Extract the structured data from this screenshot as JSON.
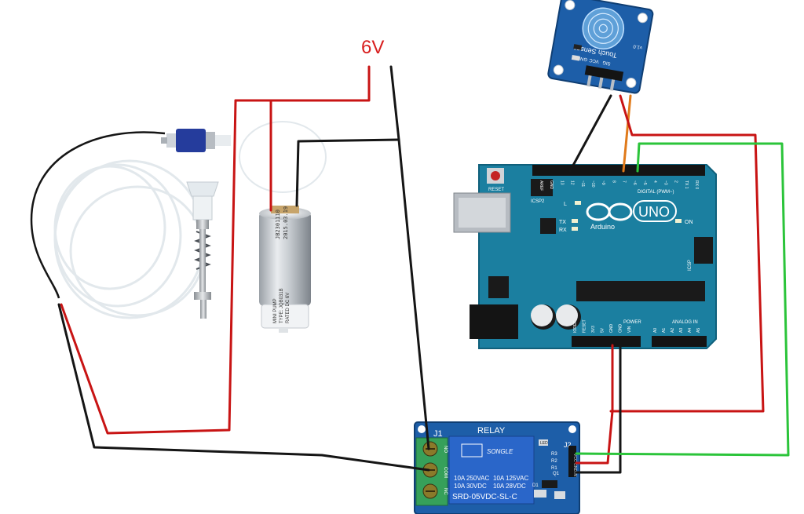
{
  "supply": {
    "label": "6V",
    "label_color": "#d81e1e"
  },
  "touch_sensor": {
    "name": "Touch Sensor",
    "version": "v1.0",
    "pins": [
      "GND",
      "VCC",
      "SIG"
    ],
    "board_color": "#1d5ea8"
  },
  "arduino": {
    "model": "UNO",
    "brand": "Arduino",
    "reset": "RESET",
    "icsp2": "ICSP2",
    "icsp": "ICSP",
    "digital_label": "DIGITAL (PWM~)",
    "power_label": "POWER",
    "analog_label": "ANALOG IN",
    "led_l": "L",
    "led_tx": "TX",
    "led_rx": "RX",
    "led_on": "ON",
    "digital_pins": [
      "AREF",
      "GND",
      "13",
      "12",
      "~11",
      "~10",
      "~9",
      "8",
      "7",
      "~6",
      "~5",
      "4",
      "~3",
      "2",
      "TX 1",
      "RX 0"
    ],
    "power_pins": [
      "IOREF",
      "RESET",
      "3V3",
      "5V",
      "GND",
      "GND",
      "VIN"
    ],
    "analog_pins": [
      "A0",
      "A1",
      "A2",
      "A3",
      "A4",
      "A5"
    ],
    "board_color": "#1b7fa0"
  },
  "relay": {
    "title": "RELAY",
    "j1": "J1",
    "j2": "J2",
    "brand": "SONGLE",
    "rating1": "10A 250VAC",
    "rating2": "10A 125VAC",
    "rating3": "10A 30VDC",
    "rating4": "10A 28VDC",
    "model": "SRD-05VDC-SL-C",
    "terminals": [
      "NO",
      "COM",
      "NC"
    ],
    "led_label": "LED",
    "r_labels": [
      "R3",
      "R2",
      "R1"
    ],
    "q_label": "Q1",
    "d_label": "D1",
    "pins": [
      "VCC",
      "GND",
      "IN"
    ],
    "board_color": "#1d5ea8"
  },
  "pump": {
    "line1": "MINI PUMP",
    "line2": "TYPE: JQB031B",
    "line3": "RATED DC 6V",
    "code1": "JB2301110",
    "code2": "2015.03.19"
  },
  "wire_colors": {
    "red": "#c81414",
    "black": "#151515",
    "green": "#2bc43a",
    "orange": "#e07a1a"
  }
}
